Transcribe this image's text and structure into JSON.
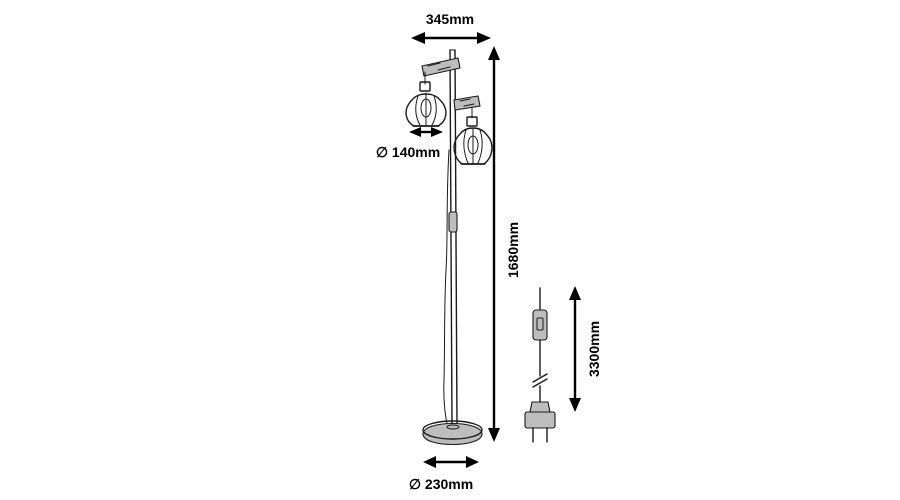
{
  "dimensions": {
    "width": "345mm",
    "shade_diameter": "∅ 140mm",
    "height": "1680mm",
    "cable_length": "3300mm",
    "base_diameter": "∅ 230mm"
  }
}
